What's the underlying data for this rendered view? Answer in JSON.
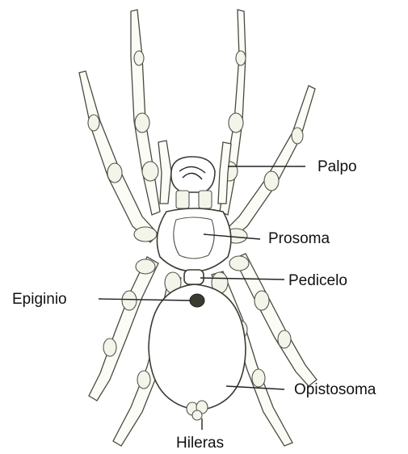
{
  "labels": {
    "palpo": "Palpo",
    "prosoma": "Prosoma",
    "pedicelo": "Pedicelo",
    "epiginio": "Epiginio",
    "opistosoma": "Opistosoma",
    "hileras": "Hileras"
  },
  "colors": {
    "ink": "#3c3c34",
    "paper": "#ffffff",
    "epigynum": "#3a3a30"
  }
}
